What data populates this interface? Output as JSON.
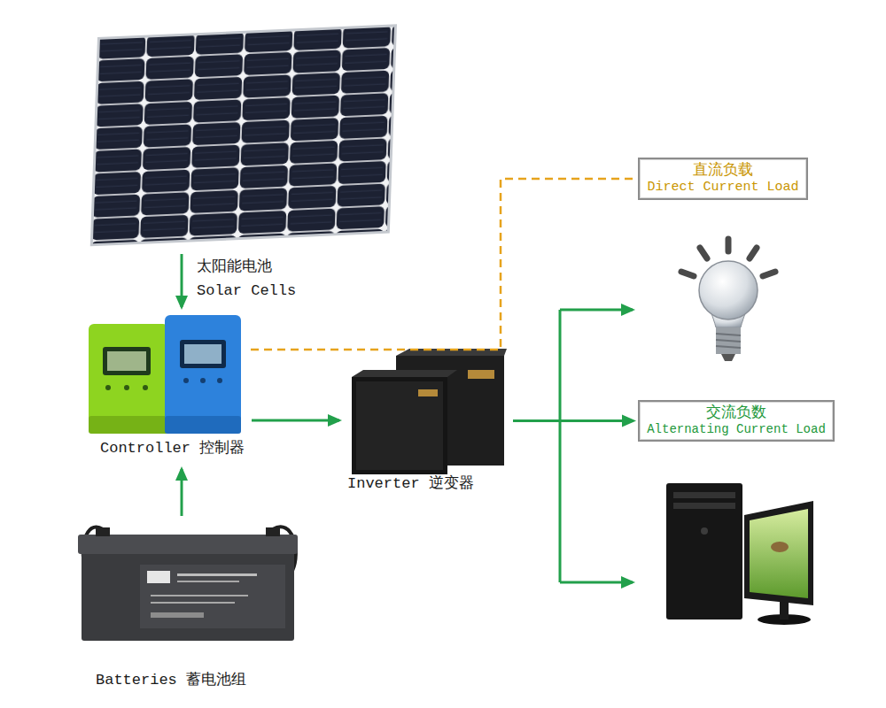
{
  "diagram": {
    "nodes": [
      {
        "text": [
          "太阳能电池",
          "Solar Cells"
        ]
      },
      {
        "text": [
          "Controller 控制器"
        ]
      },
      {
        "text": [
          "Inverter 逆变器"
        ]
      },
      {
        "text": [
          "Batteries 蓄电池组"
        ]
      },
      {
        "text": [
          "直流负载",
          "Direct Current Load"
        ]
      },
      {
        "text": [
          "交流负数",
          "Alternating Current Load"
        ]
      }
    ],
    "edges": [
      {
        "from": 0,
        "to": 1,
        "arrow": "to"
      },
      {
        "from": 3,
        "to": 1,
        "arrow": "to"
      },
      {
        "from": 1,
        "to": 2,
        "arrow": "to"
      },
      {
        "from": 1,
        "to": 4,
        "arrow": "none"
      },
      {
        "from": 2,
        "to": 5,
        "arrow": "to"
      }
    ]
  }
}
